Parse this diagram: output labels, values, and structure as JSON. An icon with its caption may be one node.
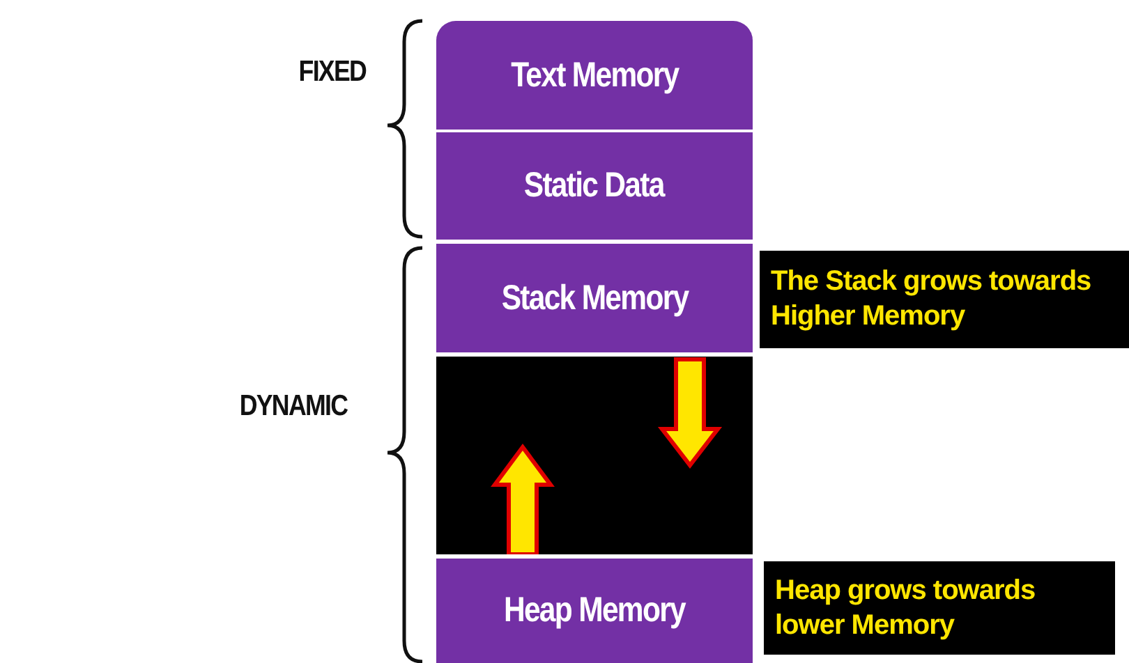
{
  "diagram": {
    "nodes": [
      {
        "text": [
          "Text Memory"
        ]
      },
      {
        "text": [
          "Static Data"
        ]
      },
      {
        "text": [
          "Stack Memory"
        ]
      },
      {
        "text": [],
        "shape": "box"
      },
      {
        "text": [
          "Heap Memory"
        ]
      },
      {
        "text": [
          "The Stack grows towards Higher Memory"
        ]
      },
      {
        "text": [
          "Heap grows towards lower Memory"
        ]
      }
    ],
    "edges": [],
    "labels": [
      "FIXED",
      "DYNAMIC"
    ]
  }
}
